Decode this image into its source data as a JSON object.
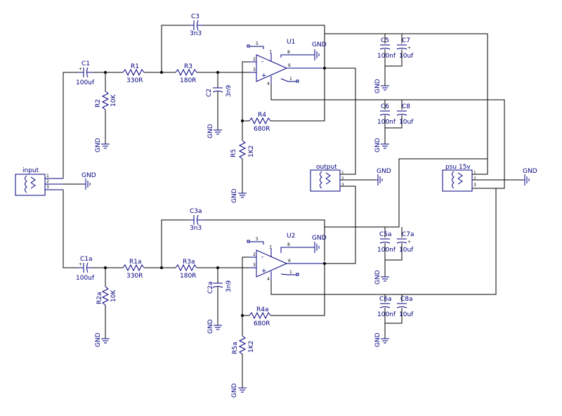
{
  "symbols": {
    "gnd": "GND",
    "inputs": {
      "plus": "+",
      "minus": "-"
    },
    "pin": {
      "p1": "1",
      "p2": "2",
      "p3": "3",
      "p4": "4",
      "p5": "5",
      "p6": "6",
      "p7": "7",
      "p8": "8"
    }
  },
  "connectors": {
    "input": "input",
    "output": "output",
    "psu": "psu  15v"
  },
  "top": {
    "C1": {
      "ref": "C1",
      "val": "100uf"
    },
    "R1": {
      "ref": "R1",
      "val": "330R"
    },
    "R2": {
      "ref": "R2",
      "val": "10K"
    },
    "R3": {
      "ref": "R3",
      "val": "180R"
    },
    "C2": {
      "ref": "C2",
      "val": "3n9"
    },
    "C3": {
      "ref": "C3",
      "val": "3n3"
    },
    "R4": {
      "ref": "R4",
      "val": "680R"
    },
    "R5": {
      "ref": "R5",
      "val": "1K2"
    },
    "U": {
      "ref": "U1"
    },
    "C5": {
      "ref": "C5",
      "val": "100nf"
    },
    "C7": {
      "ref": "C7",
      "val": "10uf"
    },
    "C6": {
      "ref": "C6",
      "val": "100nf"
    },
    "C8": {
      "ref": "C8",
      "val": "10uf"
    }
  },
  "bottom": {
    "C1": {
      "ref": "C1a",
      "val": "100uf"
    },
    "R1": {
      "ref": "R1a",
      "val": "330R"
    },
    "R2": {
      "ref": "R2a",
      "val": "10K"
    },
    "R3": {
      "ref": "R3a",
      "val": "180R"
    },
    "C2": {
      "ref": "C2a",
      "val": "3n9"
    },
    "C3": {
      "ref": "C3a",
      "val": "3n3"
    },
    "R4": {
      "ref": "R4a",
      "val": "680R"
    },
    "R5": {
      "ref": "R5a",
      "val": "1K2"
    },
    "U": {
      "ref": "U2"
    },
    "C5": {
      "ref": "C5a",
      "val": "100nf"
    },
    "C7": {
      "ref": "C7a",
      "val": "10uf"
    },
    "C6": {
      "ref": "C6a",
      "val": "100nf"
    },
    "C8": {
      "ref": "C8a",
      "val": "10uf"
    }
  }
}
